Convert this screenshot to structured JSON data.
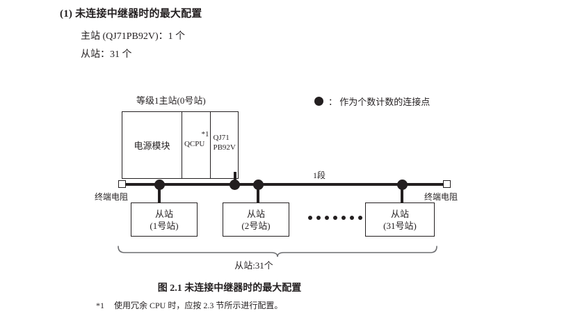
{
  "heading": {
    "number": "(1)",
    "text": "未连接中继器时的最大配置"
  },
  "spec": {
    "master": "主站 (QJ71PB92V)：1 个",
    "slave": "从站：31 个"
  },
  "legend": {
    "symbol": "●",
    "text": "： 作为个数计数的连接点"
  },
  "diagram": {
    "rack_label": "等级1主站(0号站)",
    "modules": [
      {
        "name": "电源模块",
        "note": ""
      },
      {
        "name": "QCPU",
        "note": "*1"
      },
      {
        "name_line1": "QJ71",
        "name_line2": "PB92V"
      }
    ],
    "segment_label": "1段",
    "terminator_left": "终端电阻",
    "terminator_right": "终端电阻",
    "slaves": [
      {
        "title": "从站",
        "station": "(1号站)"
      },
      {
        "title": "从站",
        "station": "(2号站)"
      },
      {
        "title": "从站",
        "station": "(31号站)"
      }
    ],
    "ellipsis_count": 7,
    "brace_label": "从站:31个"
  },
  "caption": "图 2.1  未连接中继器时的最大配置",
  "footnote": {
    "mark": "*1",
    "text": "使用冗余 CPU 时，应按 2.3 节所示进行配置。"
  },
  "colors": {
    "ink": "#231f20",
    "paper": "#ffffff"
  }
}
